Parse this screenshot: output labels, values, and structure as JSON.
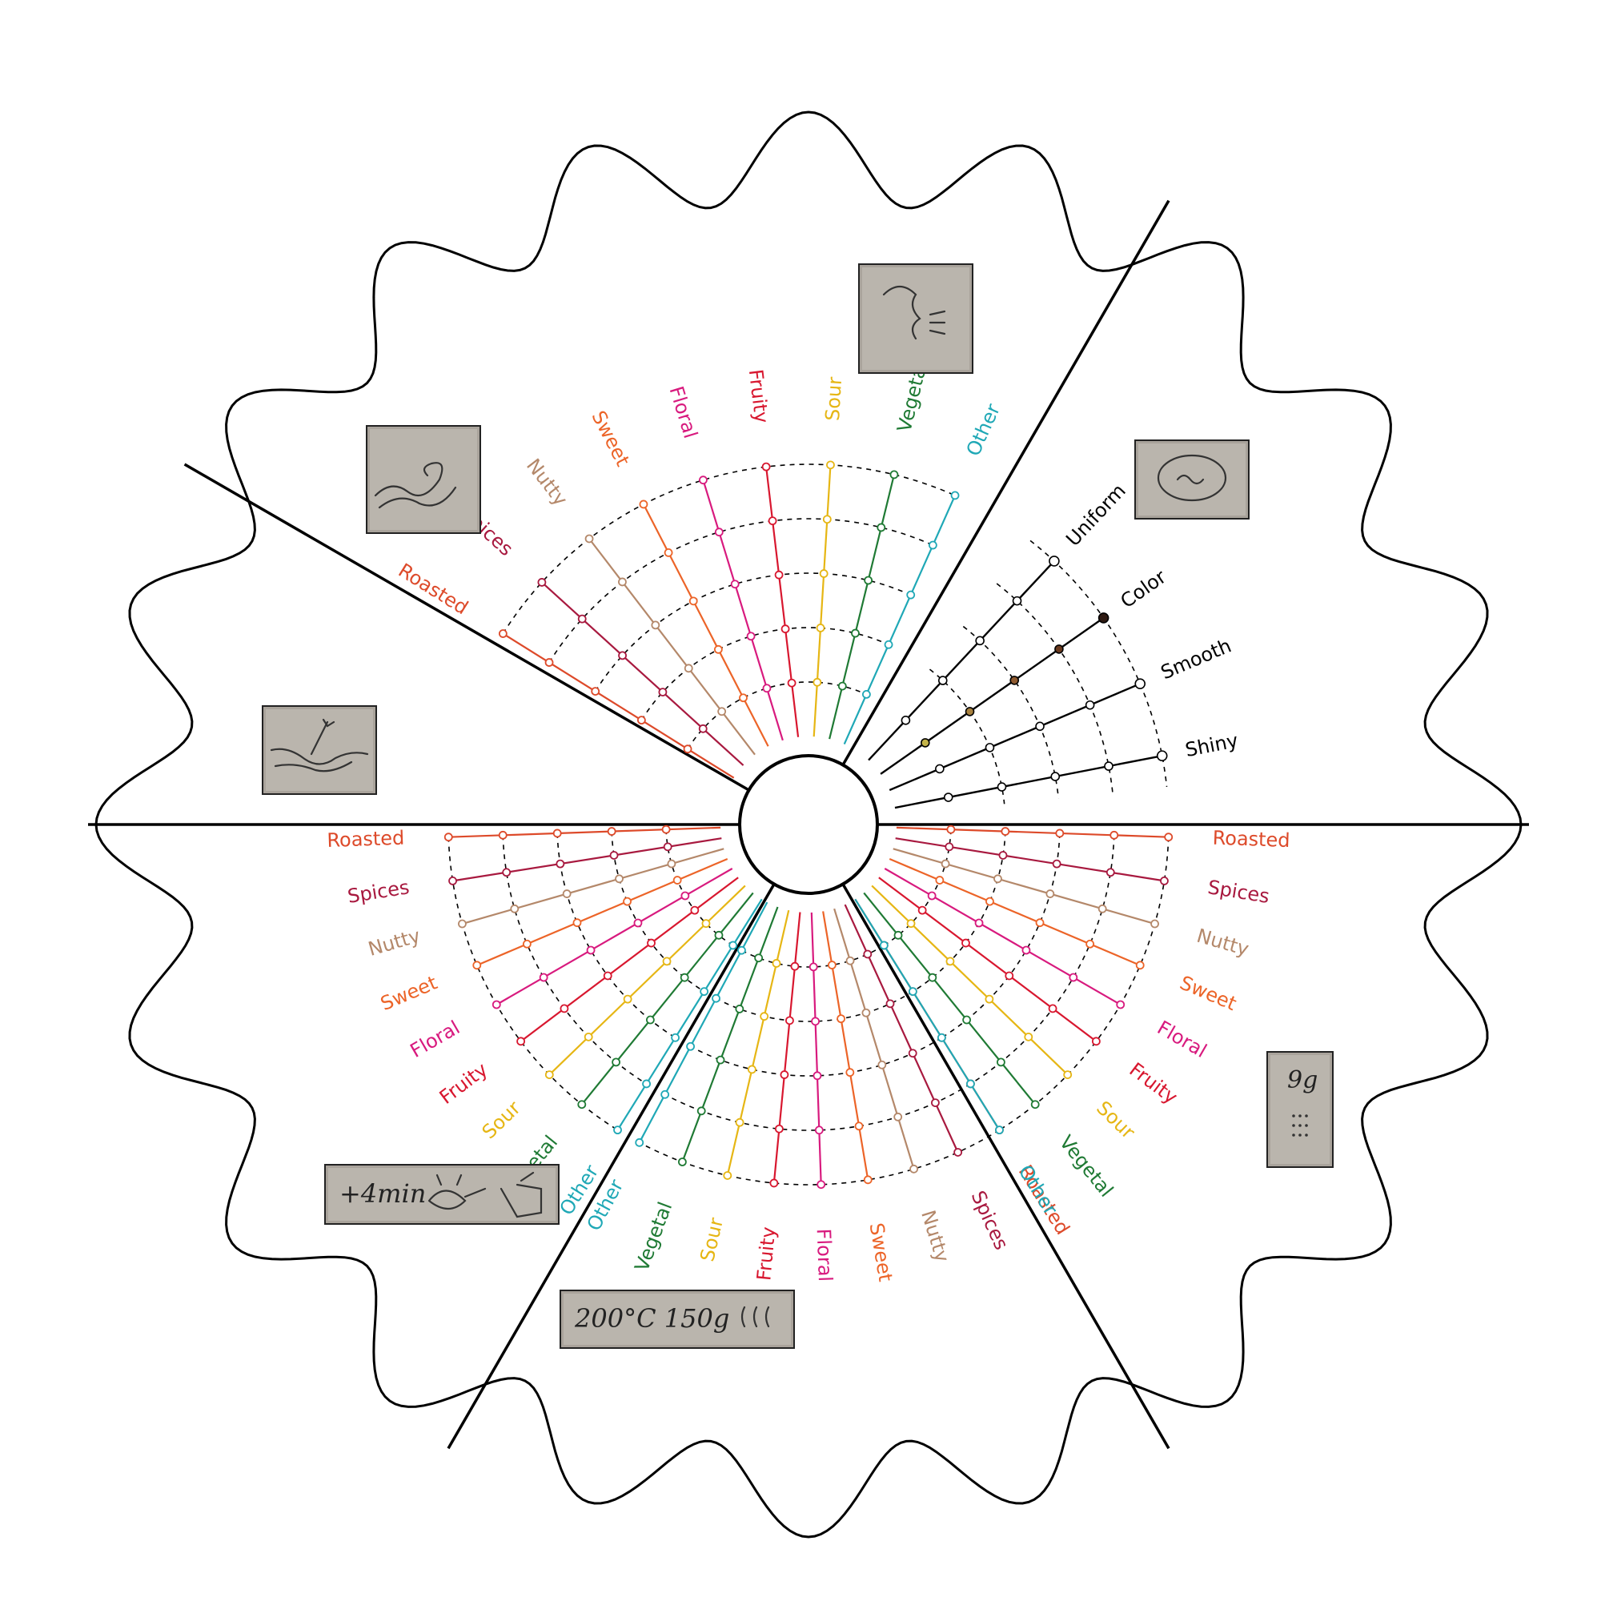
{
  "colors": {
    "Roasted": "#dd4a2a",
    "Spices": "#a8193f",
    "Nutty": "#b4886a",
    "Sweet": "#ec6428",
    "Floral": "#d81a7e",
    "Fruity": "#d8172f",
    "Sour": "#e6b614",
    "Vegetal": "#1f7a34",
    "Other": "#1fa8b6",
    "outline": "#000000",
    "note_bg": "#a9a39b"
  },
  "flavor_wheels": [
    {
      "id": "top",
      "labels": [
        "Roasted",
        "Spices",
        "Nutty",
        "Sweet",
        "Floral",
        "Fruity",
        "Sour",
        "Vegetal",
        "Other"
      ],
      "levels": 5
    },
    {
      "id": "bottom-left",
      "labels": [
        "Roasted",
        "Spices",
        "Nutty",
        "Sweet",
        "Floral",
        "Fruity",
        "Sour",
        "Vegetal",
        "Other"
      ],
      "levels": 5
    },
    {
      "id": "bottom",
      "labels": [
        "Roasted",
        "Spices",
        "Nutty",
        "Sweet",
        "Floral",
        "Fruity",
        "Sour",
        "Vegetal",
        "Other"
      ],
      "levels": 5
    },
    {
      "id": "bottom-right",
      "labels": [
        "Roasted",
        "Spices",
        "Nutty",
        "Sweet",
        "Floral",
        "Fruity",
        "Sour",
        "Vegetal",
        "Other"
      ],
      "levels": 5
    }
  ],
  "appearance_wheel": {
    "labels": [
      "Uniform",
      "Color",
      "Smooth",
      "Shiny"
    ],
    "color_scale": [
      "#c7c07a",
      "#c4b44a",
      "#a8813e",
      "#8e5a2f",
      "#6a3a1e",
      "#2e1a12"
    ]
  },
  "notes": [
    {
      "id": "note-top-smell",
      "text": "",
      "icon": "nose-sketch-icon"
    },
    {
      "id": "note-left-swirl",
      "text": "",
      "icon": "steam-sketch-icon"
    },
    {
      "id": "note-right-circle",
      "text": "",
      "icon": "circle-sketch-icon"
    },
    {
      "id": "note-left-hands",
      "text": "",
      "icon": "hands-sketch-icon"
    },
    {
      "id": "note-bottom-left",
      "text": "+4min",
      "icon": "grinder-sketch-icon"
    },
    {
      "id": "note-bottom",
      "text": "200°C  150g",
      "icon": "steam-lines-icon"
    },
    {
      "id": "note-right-dose",
      "text": "9g",
      "icon": "dots-sketch-icon"
    }
  ]
}
